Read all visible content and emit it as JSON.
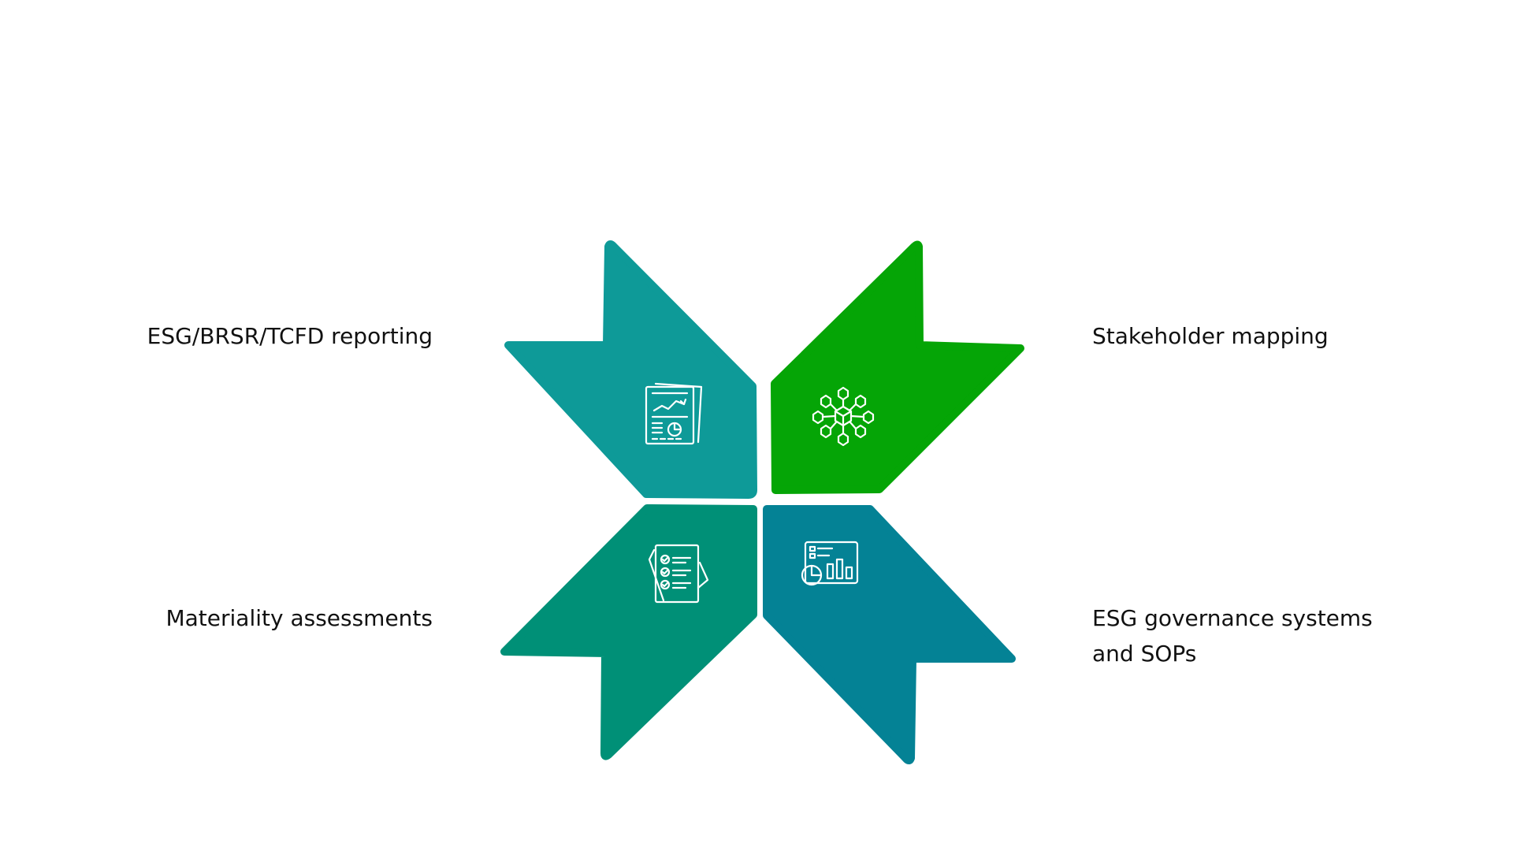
{
  "colors": {
    "background": "#ffffff",
    "text": "#111111",
    "arrow_top_left": "#0e9a98",
    "arrow_top_right": "#05a506",
    "arrow_bottom_left": "#009077",
    "arrow_bottom_right": "#048295",
    "icon_stroke": "#ffffff"
  },
  "items": {
    "top_left": {
      "label": "ESG/BRSR/TCFD reporting",
      "icon": "report-chart-icon"
    },
    "top_right": {
      "label": "Stakeholder mapping",
      "icon": "network-cubes-icon"
    },
    "bottom_left": {
      "label": "Materiality assessments",
      "icon": "checklist-icon"
    },
    "bottom_right": {
      "label_line1": "ESG governance systems",
      "label_line2": "and SOPs",
      "icon": "dashboard-icon"
    }
  }
}
